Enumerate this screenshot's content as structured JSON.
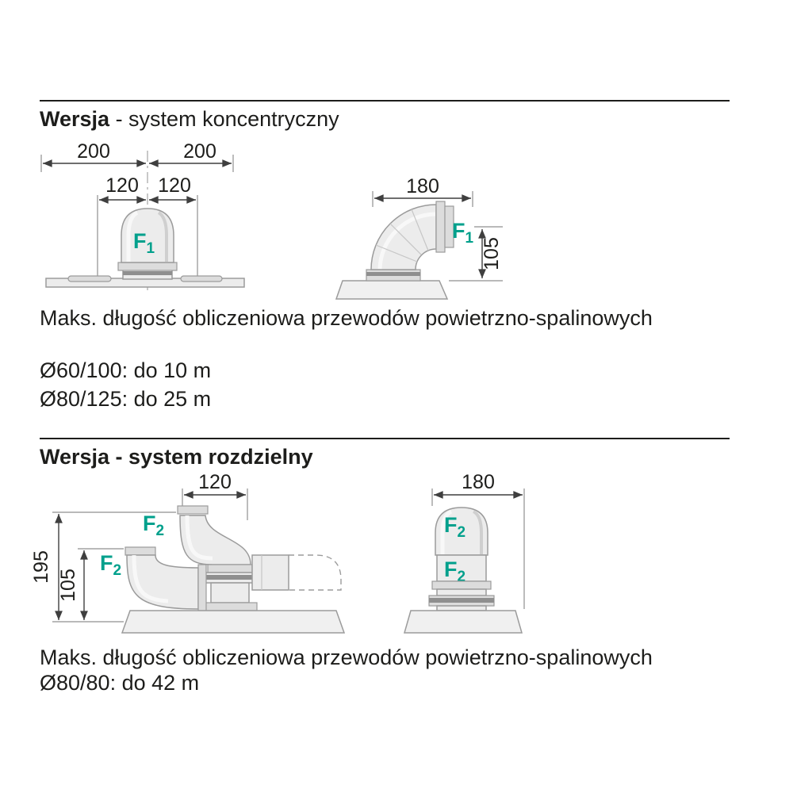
{
  "colors": {
    "accent_teal": "#00a08c",
    "text": "#1d1d1b",
    "part_outline": "#9b9b9b",
    "dimension_line": "#3f3f3f"
  },
  "section_concentric": {
    "title_bold": "Wersja",
    "title_rest": " - system koncentryczny",
    "f_label": {
      "base": "F",
      "sub": "1"
    },
    "terminal_view": {
      "dim_outer_left": "200",
      "dim_outer_right": "200",
      "dim_inner_left": "120",
      "dim_inner_right": "120"
    },
    "elbow_view": {
      "dim_width": "180",
      "dim_height": "105"
    },
    "caption": "Maks. długość obliczeniowa przewodów powietrzno-spalinowych",
    "specs": [
      "Ø60/100: do 10 m",
      "Ø80/125: do 25 m"
    ]
  },
  "section_separate": {
    "title": "Wersja - system rozdzielny",
    "f_label": {
      "base": "F",
      "sub": "2"
    },
    "elbows_view": {
      "dim_width": "120",
      "dim_height_outer": "195",
      "dim_height_inner": "105"
    },
    "terminal_view": {
      "dim_width": "180"
    },
    "caption": "Maks. długość obliczeniowa przewodów powietrzno-spalinowych",
    "specs": [
      "Ø80/80: do 42 m"
    ]
  }
}
